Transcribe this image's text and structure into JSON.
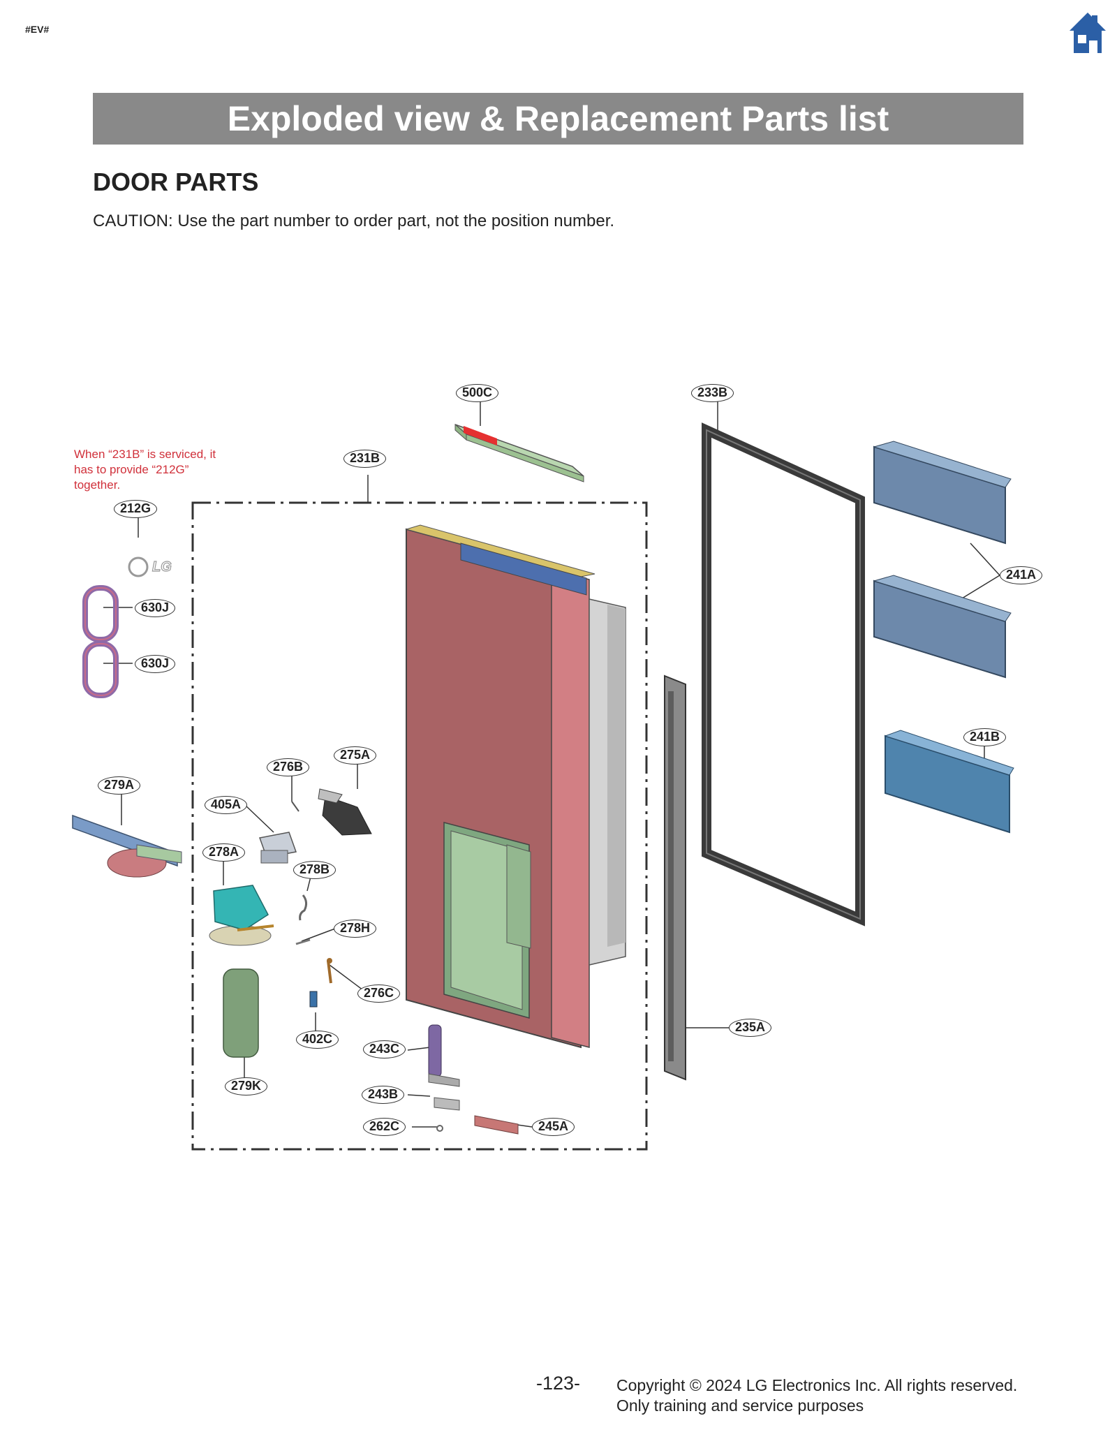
{
  "doc_tag": "#EV#",
  "banner_title": "Exploded view & Replacement Parts list",
  "section_title": "DOOR PARTS",
  "caution": "CAUTION: Use the part number to order part, not the position number.",
  "service_note": "When “231B” is serviced, it has to provide “212G” together.",
  "home_icon": "home-icon",
  "logo_text": "LG",
  "callouts": {
    "c500C": "500C",
    "c233B": "233B",
    "c231B": "231B",
    "c212G": "212G",
    "c630J_a": "630J",
    "c630J_b": "630J",
    "c241A": "241A",
    "c241B": "241B",
    "c279A": "279A",
    "c276B": "276B",
    "c275A": "275A",
    "c405A": "405A",
    "c278A": "278A",
    "c278B": "278B",
    "c278H": "278H",
    "c276C": "276C",
    "c402C": "402C",
    "c243C": "243C",
    "c279K": "279K",
    "c243B": "243B",
    "c262C": "262C",
    "c245A": "245A",
    "c235A": "235A"
  },
  "page_number": "-123-",
  "copyright_line1": "Copyright © 2024 LG Electronics Inc. All rights reserved.",
  "copyright_line2": "Only training and service purposes",
  "colors": {
    "banner": "#898989",
    "note": "#d0303a",
    "home": "#2b5fa6"
  }
}
